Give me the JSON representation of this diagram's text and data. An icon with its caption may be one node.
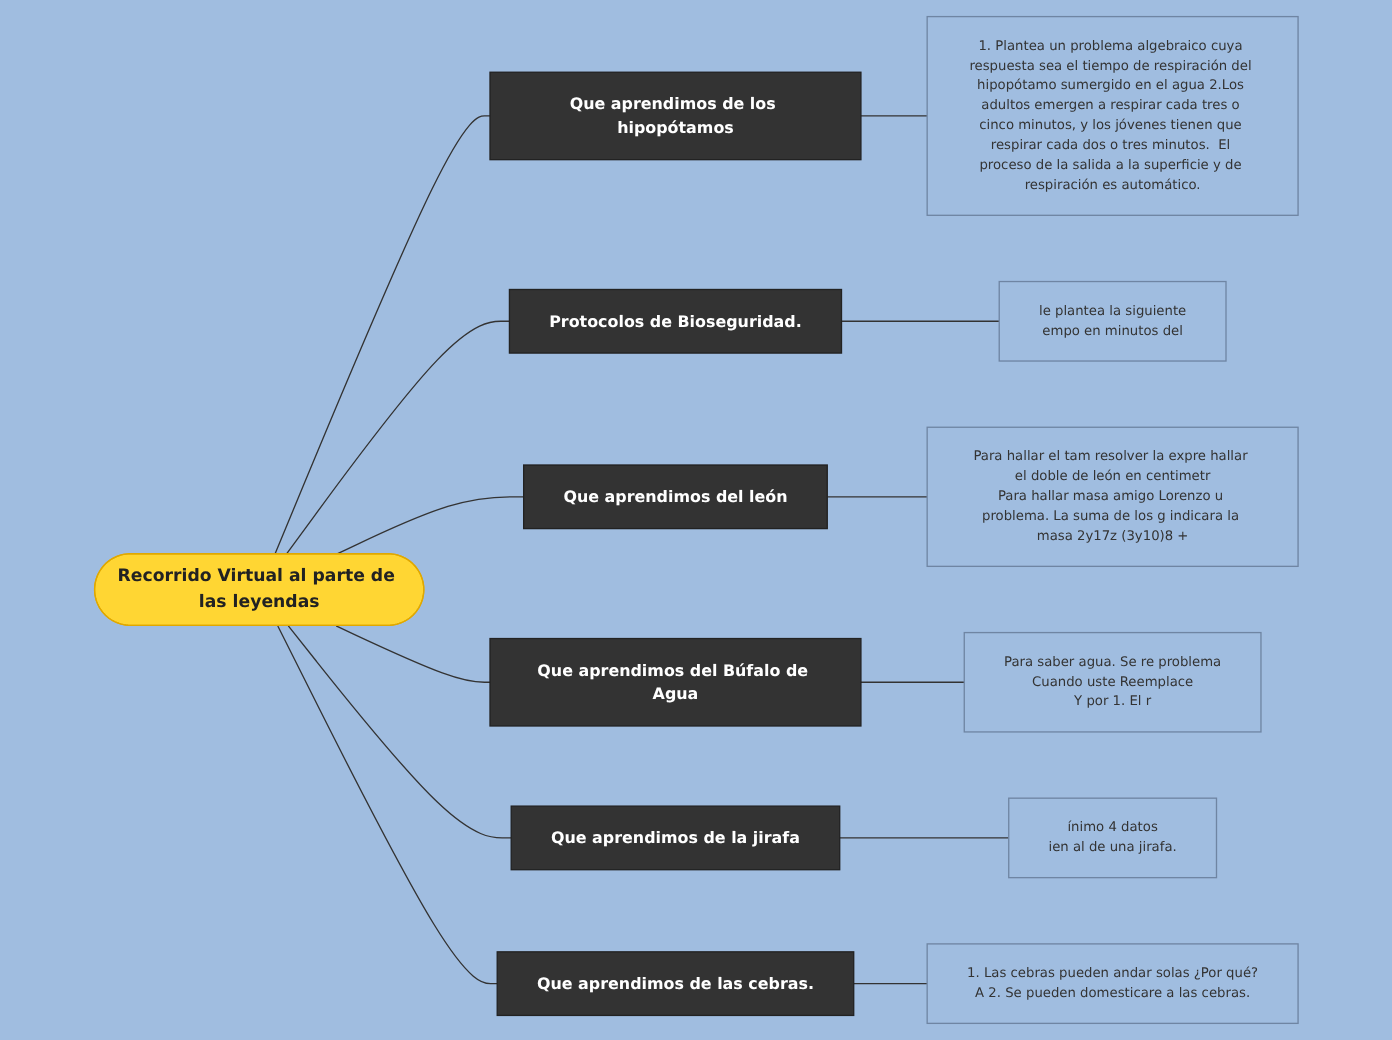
{
  "diagram": {
    "nodes": [
      {
        "text": [
          "Recorrido Virtual al parte de las leyendas"
        ]
      },
      {
        "text": [
          "Que aprendimos de los hipopótamos"
        ]
      },
      {
        "text": [
          "1. Plantea un problema algebraico cuya respuesta sea el tiempo de respiración del hipopótamo sumergido en el agua 2.Los adultos emergen a respirar cada tres o cinco minutos, y los jóvenes tienen que respirar cada dos o tres minutos.  El proceso de la salida a la superficie y de respiración es automático."
        ]
      },
      {
        "text": [
          "Protocolos de Bioseguridad."
        ]
      },
      {
        "text": [
          "le plantea la siguiente",
          "empo en minutos del"
        ]
      },
      {
        "text": [
          "Que aprendimos del león"
        ]
      },
      {
        "text": [
          "Para hallar el tam resolver la expre hallar el doble de león en centimetr",
          "Para hallar masa amigo Lorenzo u problema. La suma de los g indicara la masa 2y17z (3y10)8 +"
        ]
      },
      {
        "text": [
          "Que aprendimos del Búfalo de Agua"
        ]
      },
      {
        "text": [
          "Para saber agua. Se re problema",
          "Cuando uste Reemplace",
          "Y por 1. El r"
        ]
      },
      {
        "text": [
          "Que aprendimos de la jirafa"
        ]
      },
      {
        "text": [
          "ínimo 4 datos",
          "ien al de una jirafa."
        ]
      },
      {
        "text": [
          "Que aprendimos de las cebras."
        ]
      },
      {
        "text": [
          "1. Las cebras pueden andar solas ¿Por qué?A 2. Se pueden domesticare a las cebras."
        ]
      }
    ],
    "edges": [
      {
        "from": 0,
        "to": 1,
        "arrow": "none"
      },
      {
        "from": 0,
        "to": 3,
        "arrow": "none"
      },
      {
        "from": 0,
        "to": 5,
        "arrow": "none"
      },
      {
        "from": 0,
        "to": 7,
        "arrow": "none"
      },
      {
        "from": 0,
        "to": 9,
        "arrow": "none"
      },
      {
        "from": 0,
        "to": 11,
        "arrow": "none"
      },
      {
        "from": 1,
        "to": 2,
        "arrow": "none"
      },
      {
        "from": 3,
        "to": 4,
        "arrow": "none"
      },
      {
        "from": 5,
        "to": 6,
        "arrow": "none"
      },
      {
        "from": 7,
        "to": 8,
        "arrow": "none"
      },
      {
        "from": 9,
        "to": 10,
        "arrow": "none"
      },
      {
        "from": 11,
        "to": 12,
        "arrow": "none"
      }
    ]
  }
}
